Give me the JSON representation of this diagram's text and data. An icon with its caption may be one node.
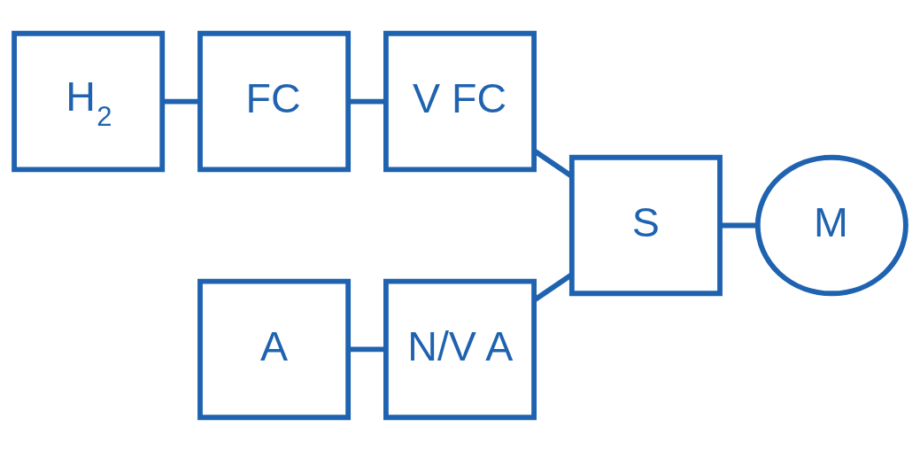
{
  "diagram": {
    "nodes": [
      {
        "text": [
          "H$_{2}$"
        ]
      },
      {
        "text": [
          "FC"
        ]
      },
      {
        "text": [
          "V FC"
        ]
      },
      {
        "text": [
          "S"
        ]
      },
      {
        "text": [
          "M"
        ]
      },
      {
        "text": [
          "A"
        ]
      },
      {
        "text": [
          "N/V A"
        ]
      }
    ],
    "edges": [
      {
        "from": 0,
        "to": 1,
        "arrow": "none"
      },
      {
        "from": 1,
        "to": 2,
        "arrow": "none"
      },
      {
        "from": 2,
        "to": 3,
        "arrow": "none"
      },
      {
        "from": 6,
        "to": 3,
        "arrow": "none"
      },
      {
        "from": 3,
        "to": 4,
        "arrow": "none"
      },
      {
        "from": 5,
        "to": 6,
        "arrow": "none"
      }
    ]
  }
}
